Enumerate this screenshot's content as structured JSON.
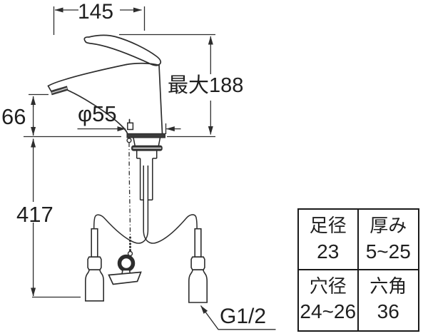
{
  "diagram": {
    "type": "faucet-dimension-drawing",
    "dimensions": {
      "reach": "145",
      "max_height": "最大188",
      "outlet_height": "66",
      "base_diameter": "φ55",
      "total_drop": "417",
      "thread": "G1/2"
    },
    "spec_table": {
      "cells": [
        {
          "label": "足径",
          "value": "23"
        },
        {
          "label": "厚み",
          "value": "5~25"
        },
        {
          "label": "穴径",
          "value": "24~26"
        },
        {
          "label": "六角",
          "value": "36"
        }
      ]
    },
    "colors": {
      "line": "#2d2d2d",
      "text": "#1f1f1f",
      "dark_fill": "#3b3b3b",
      "background": "#ffffff"
    }
  }
}
